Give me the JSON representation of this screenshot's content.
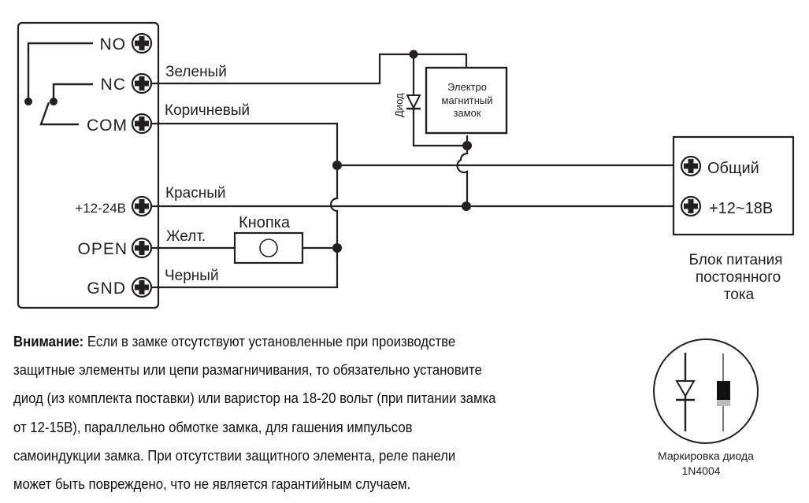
{
  "controller": {
    "terminals": [
      {
        "id": "no",
        "label": "NO"
      },
      {
        "id": "nc",
        "label": "NC"
      },
      {
        "id": "com",
        "label": "COM"
      },
      {
        "id": "power",
        "label": "+12-24В"
      },
      {
        "id": "open",
        "label": "OPEN"
      },
      {
        "id": "gnd",
        "label": "GND"
      }
    ]
  },
  "wires": {
    "green": "Зеленый",
    "brown": "Коричневый",
    "red": "Красный",
    "yellow": "Желт.",
    "black": "Черный"
  },
  "button": {
    "label": "Кнопка"
  },
  "diode": {
    "label": "Диод"
  },
  "lock": {
    "line1": "Электро",
    "line2": "магнитный",
    "line3": "замок"
  },
  "psu": {
    "terminal_common": "Общий",
    "terminal_plus": "+12~18В",
    "caption_line1": "Блок питания",
    "caption_line2": "постоянного",
    "caption_line3": "тока"
  },
  "note": {
    "heading": "Внимание:",
    "lines": [
      " Если в замке отсутствуют установленные при производстве",
      "защитные элементы или цепи размагничивания, то обязательно установите",
      "диод (из комплекта поставки) или варистор на 18-20 вольт (при питании замка",
      "от 12-15В), параллельно обмотке замка, для гашения импульсов",
      "самоиндукции замка. При отсутствии защитного элемента, реле  панели",
      "может быть повреждено, что не является гарантийным случаем."
    ]
  },
  "diode_marking": {
    "caption_line1": "Маркировка диода",
    "caption_line2": "1N4004"
  }
}
